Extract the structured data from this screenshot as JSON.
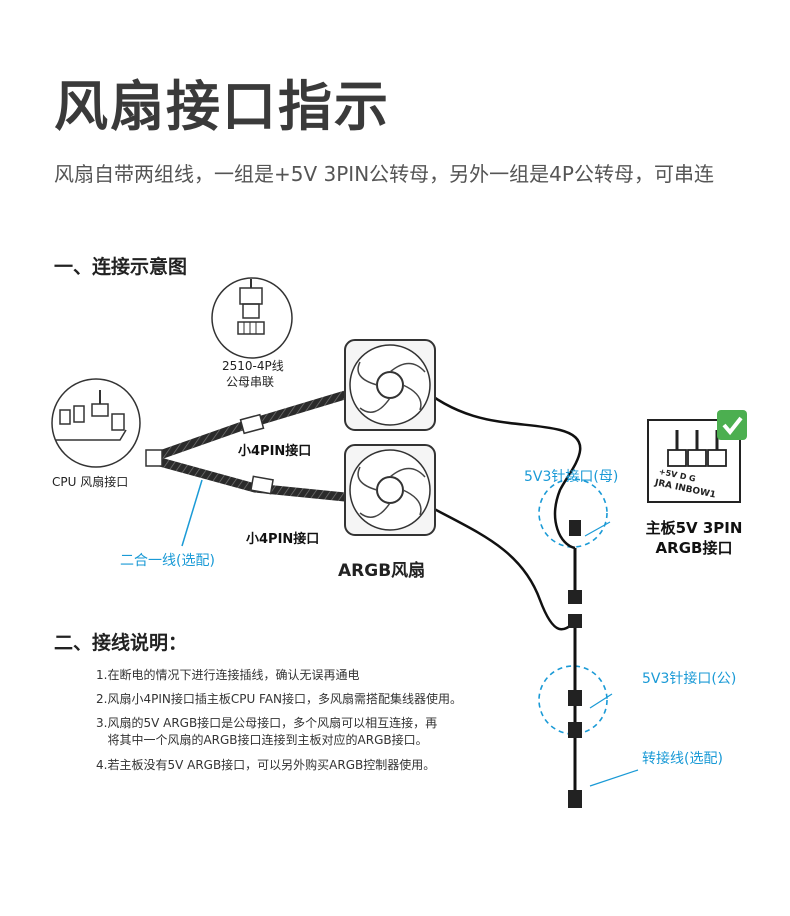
{
  "title": "风扇接口指示",
  "subtitle": "风扇自带两组线，一组是+5V 3PIN公转母，另外一组是4P公转母，可串连",
  "section1": {
    "heading": "一、连接示意图"
  },
  "diagram": {
    "connector_2510": {
      "line1": "2510-4P线",
      "line2": "公母串联"
    },
    "cpu_label": "CPU 风扇接口",
    "small4pin_top": "小4PIN接口",
    "small4pin_bottom": "小4PIN接口",
    "splitter_label": "二合一线(选配)",
    "argb_fan_label": "ARGB风扇",
    "female_3pin_label": "5V3针接口(母)",
    "male_3pin_label": "5V3针接口(公)",
    "adapter_label": "转接线(选配)",
    "motherboard": {
      "line1": "主板5V 3PIN",
      "line2": "ARGB接口"
    },
    "header_silk": {
      "pins": "+5V  D    G",
      "name": "JRA INBOW1"
    },
    "colors": {
      "accent_blue": "#1a9ad6",
      "check_green": "#4caf50"
    }
  },
  "section2": {
    "heading": "二、接线说明：",
    "notes": [
      "1.在断电的情况下进行连接插线，确认无误再通电",
      "2.风扇小4PIN接口插主板CPU FAN接口，多风扇需搭配集线器使用。",
      "3.风扇的5V ARGB接口是公母接口，多个风扇可以相互连接，再",
      "   将其中一个风扇的ARGB接口连接到主板对应的ARGB接口。",
      "4.若主板没有5V ARGB接口，可以另外购买ARGB控制器使用。"
    ]
  }
}
